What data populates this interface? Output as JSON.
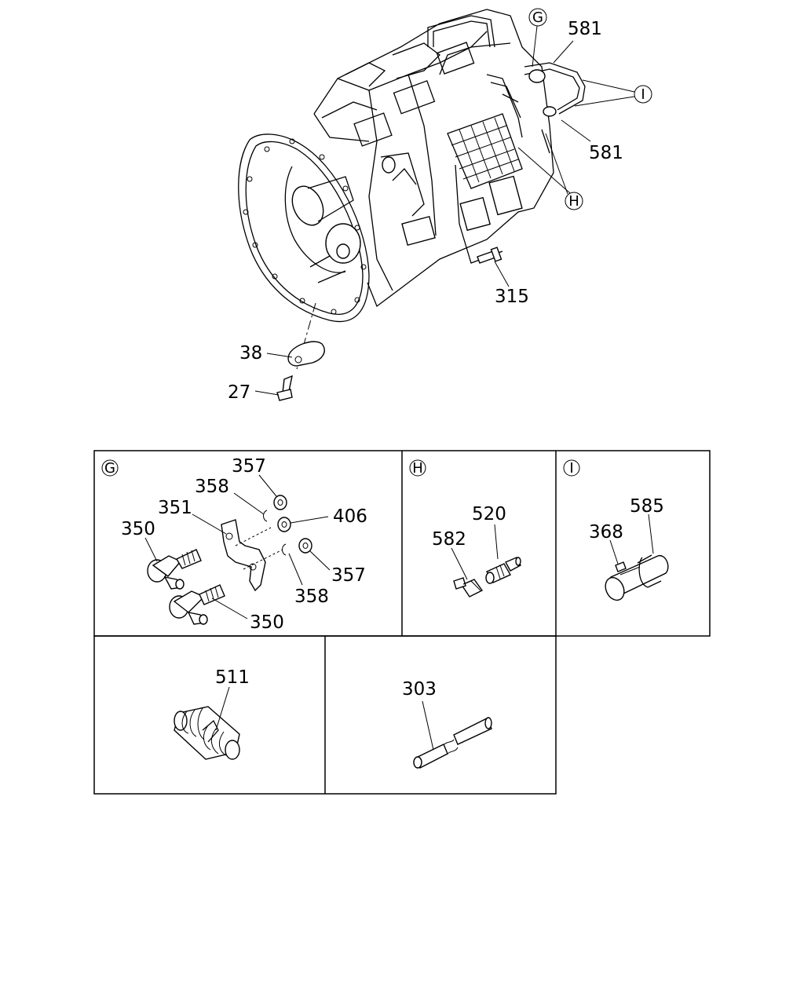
{
  "main": {
    "callouts": [
      {
        "id": "g_ref",
        "text": "G"
      },
      {
        "id": "p581a",
        "text": "581"
      },
      {
        "id": "i_ref",
        "text": "I"
      },
      {
        "id": "p581b",
        "text": "581"
      },
      {
        "id": "h_ref",
        "text": "H"
      },
      {
        "id": "p315",
        "text": "315"
      },
      {
        "id": "p38",
        "text": "38"
      },
      {
        "id": "p27",
        "text": "27"
      }
    ]
  },
  "panels": {
    "g": {
      "ref": "G",
      "labels": [
        "357",
        "358",
        "351",
        "350",
        "406",
        "357",
        "358",
        "350"
      ]
    },
    "h": {
      "ref": "H",
      "labels": [
        "520",
        "582"
      ]
    },
    "i": {
      "ref": "I",
      "labels": [
        "585",
        "368"
      ]
    },
    "p511": {
      "labels": [
        "511"
      ]
    },
    "p303": {
      "labels": [
        "303"
      ]
    }
  }
}
